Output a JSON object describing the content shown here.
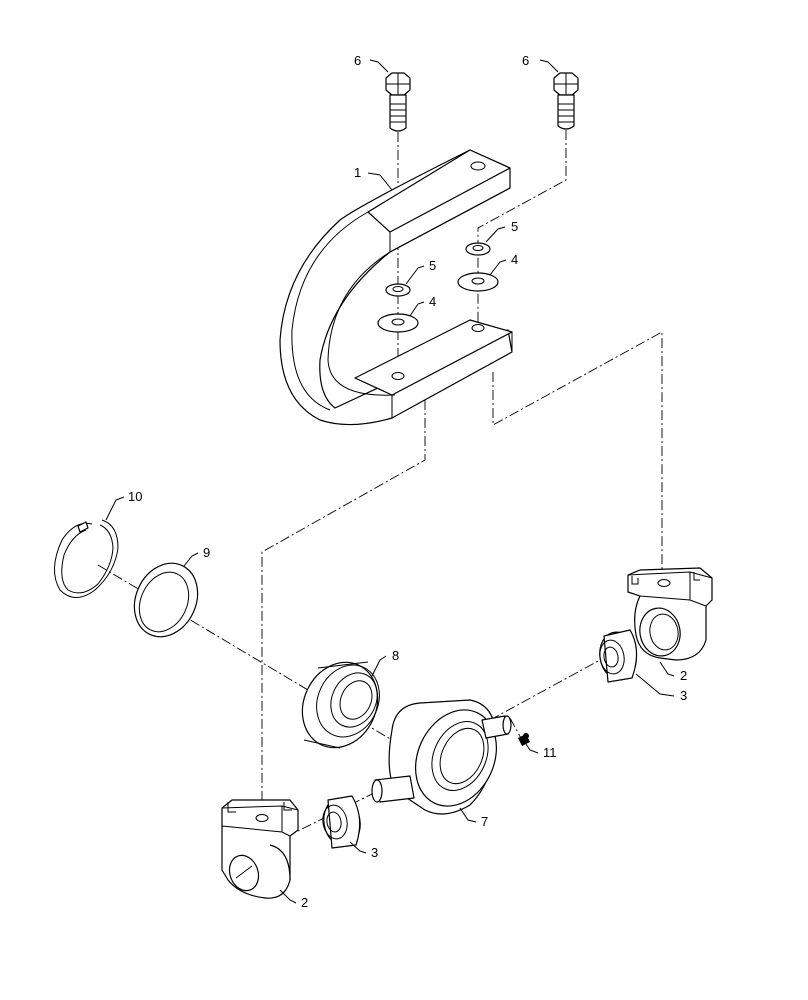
{
  "diagram": {
    "callouts": [
      {
        "id": "c6a",
        "label": "6"
      },
      {
        "id": "c6b",
        "label": "6"
      },
      {
        "id": "c1",
        "label": "1"
      },
      {
        "id": "c5a",
        "label": "5"
      },
      {
        "id": "c4a",
        "label": "4"
      },
      {
        "id": "c5b",
        "label": "5"
      },
      {
        "id": "c4b",
        "label": "4"
      },
      {
        "id": "c10",
        "label": "10"
      },
      {
        "id": "c9",
        "label": "9"
      },
      {
        "id": "c8",
        "label": "8"
      },
      {
        "id": "c2a",
        "label": "2"
      },
      {
        "id": "c3a",
        "label": "3"
      },
      {
        "id": "c11",
        "label": "11"
      },
      {
        "id": "c7",
        "label": "7"
      },
      {
        "id": "c3b",
        "label": "3"
      },
      {
        "id": "c2b",
        "label": "2"
      }
    ]
  }
}
